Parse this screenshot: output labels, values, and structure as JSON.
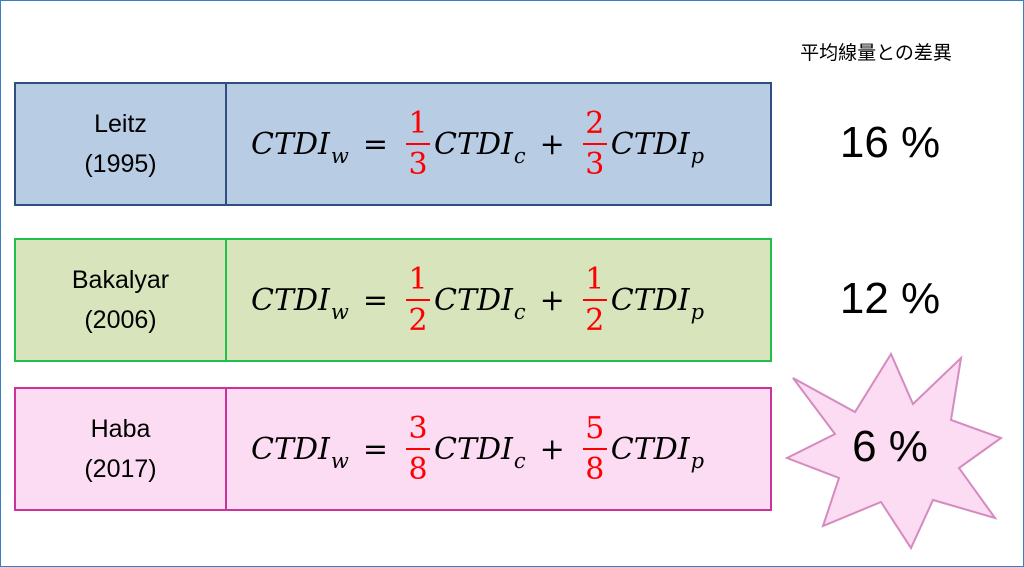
{
  "header": {
    "title": "平均線量との差異"
  },
  "rows": [
    {
      "author": "Leitz",
      "year": "(1995)",
      "formula": {
        "lhs": "CTDI",
        "lhs_sub": "w",
        "equals": "=",
        "frac1_num": "1",
        "frac1_den": "3",
        "term1": "CTDI",
        "term1_sub": "c",
        "plus": "+",
        "frac2_num": "2",
        "frac2_den": "3",
        "term2": "CTDI",
        "term2_sub": "p"
      },
      "difference": "16 %"
    },
    {
      "author": "Bakalyar",
      "year": "(2006)",
      "formula": {
        "lhs": "CTDI",
        "lhs_sub": "w",
        "equals": "=",
        "frac1_num": "1",
        "frac1_den": "2",
        "term1": "CTDI",
        "term1_sub": "c",
        "plus": "+",
        "frac2_num": "1",
        "frac2_den": "2",
        "term2": "CTDI",
        "term2_sub": "p"
      },
      "difference": "12 %"
    },
    {
      "author": "Haba",
      "year": "(2017)",
      "formula": {
        "lhs": "CTDI",
        "lhs_sub": "w",
        "equals": "=",
        "frac1_num": "3",
        "frac1_den": "8",
        "term1": "CTDI",
        "term1_sub": "c",
        "plus": "+",
        "frac2_num": "5",
        "frac2_den": "8",
        "term2": "CTDI",
        "term2_sub": "p"
      },
      "difference": "6 %"
    }
  ],
  "colors": {
    "row1_fill": "#b8cce4",
    "row1_border": "#2f4f7f",
    "row2_fill": "#d7e4bc",
    "row2_border": "#1fbf4a",
    "row3_fill": "#fbdcf2",
    "row3_border": "#cc3399",
    "fraction": "#ff0000",
    "starburst_fill": "#fbdcf2",
    "starburst_border": "#d58ac0"
  },
  "highlight": {
    "shape": "starburst",
    "row": 3
  }
}
